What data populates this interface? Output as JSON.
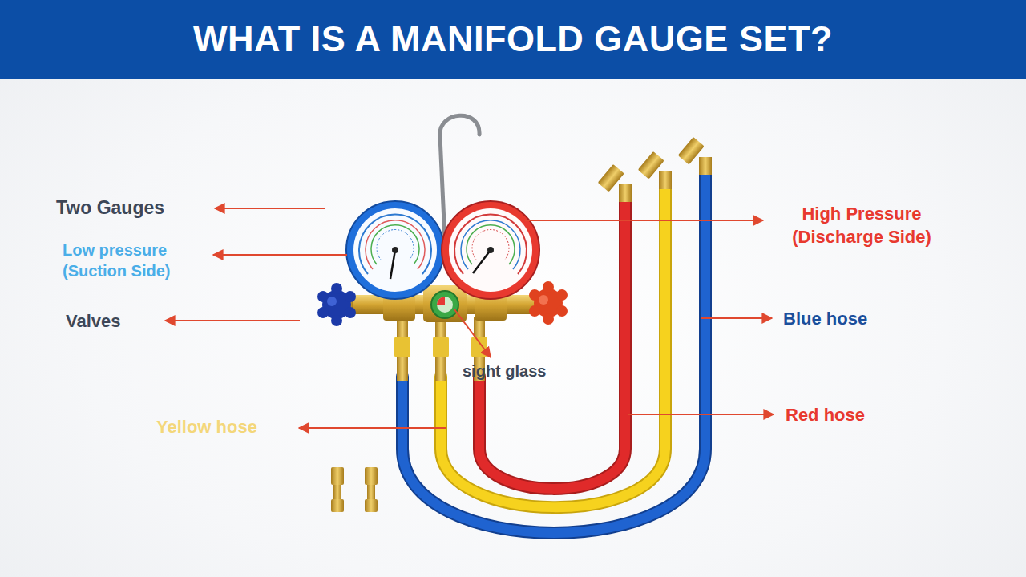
{
  "diagram": {
    "title": "WHAT IS A MANIFOLD GAUGE SET?",
    "labels": [
      "Two Gauges",
      "Low pressure (Suction Side)",
      "High Pressure (Discharge Side)",
      "Valves",
      "Blue hose",
      "sight glass",
      "Red hose",
      "Yellow hose"
    ]
  }
}
